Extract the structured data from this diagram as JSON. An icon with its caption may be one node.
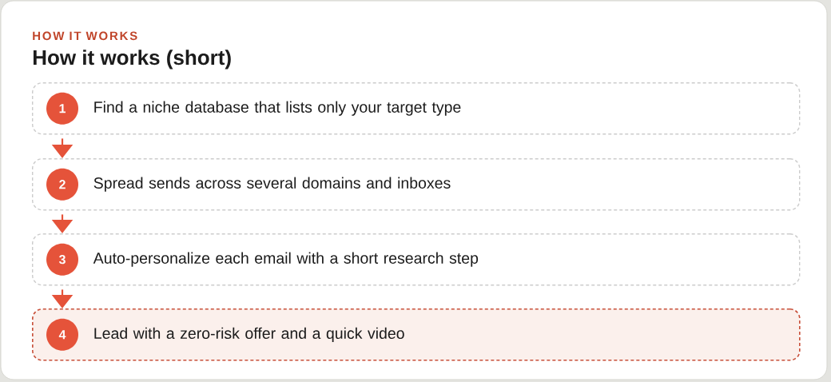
{
  "diagram": {
    "title": "How it works (short)",
    "nodes": [
      {
        "text": [
          "Find a niche database that lists only your target type"
        ]
      },
      {
        "text": [
          "1"
        ],
        "in": 0
      },
      {
        "text": [
          "Spread sends across several domains and inboxes"
        ]
      },
      {
        "text": [
          "2"
        ],
        "in": 2
      },
      {
        "text": [
          "Auto-personalize each email with a short research step"
        ]
      },
      {
        "text": [
          "3"
        ],
        "in": 4
      },
      {
        "text": [
          "Lead with a zero-risk offer and a quick video"
        ]
      },
      {
        "text": [
          "4"
        ],
        "in": 6
      }
    ],
    "edges": [
      {
        "from": 0,
        "to": 2,
        "arrow": "to"
      },
      {
        "from": 2,
        "to": 4,
        "arrow": "to"
      },
      {
        "from": 4,
        "to": 6,
        "arrow": "to"
      }
    ],
    "labels": [
      "HOW IT WORKS"
    ]
  }
}
